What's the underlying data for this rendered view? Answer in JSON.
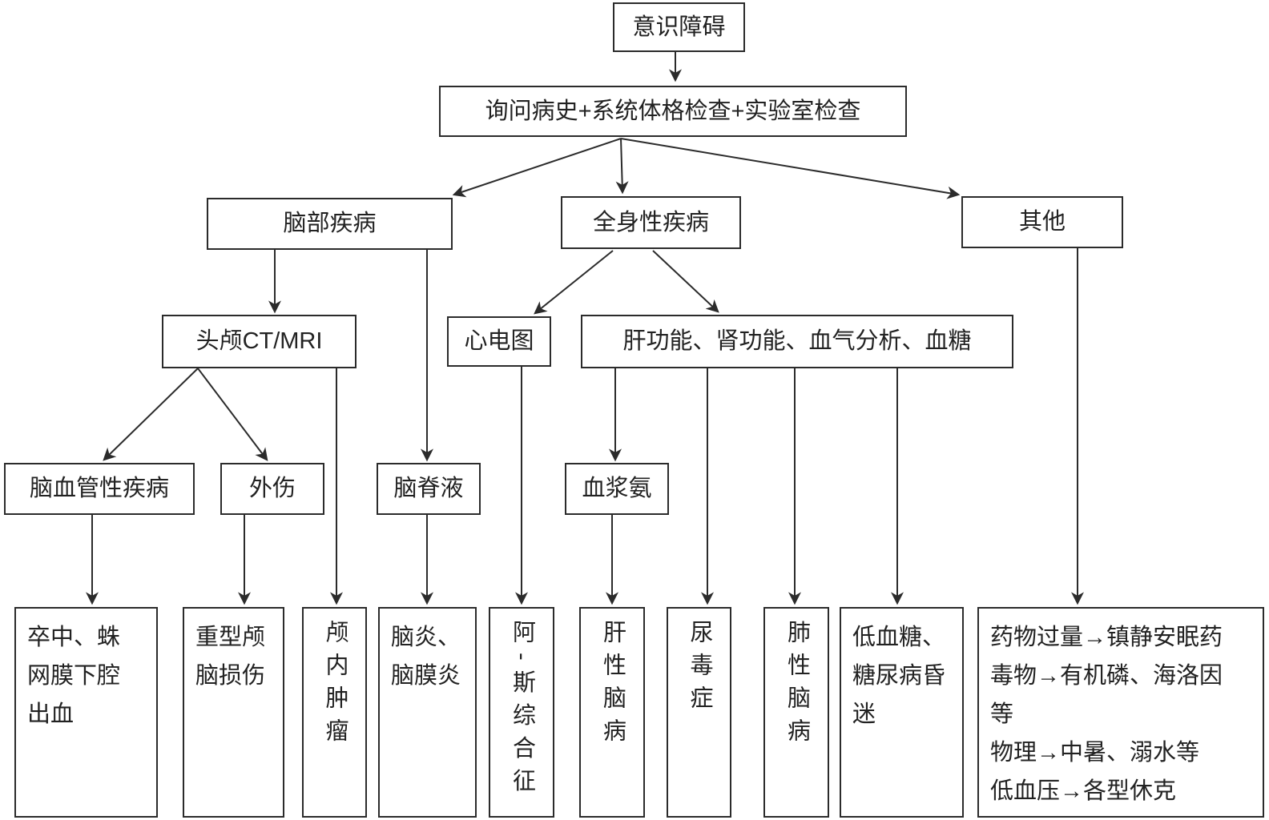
{
  "diagram": {
    "nodes": {
      "consciousness": {
        "label": "意识障碍"
      },
      "exam": {
        "label": "询问病史+系统体格检查+实验室检查"
      },
      "brain_disease": {
        "label": "脑部疾病"
      },
      "systemic_disease": {
        "label": "全身性疾病"
      },
      "other": {
        "label": "其他"
      },
      "head_ct_mri": {
        "label": "头颅CT/MRI"
      },
      "ecg": {
        "label": "心电图"
      },
      "lab_panel": {
        "label": "肝功能、肾功能、血气分析、血糖"
      },
      "cerebrovascular": {
        "label": "脑血管性疾病"
      },
      "trauma": {
        "label": "外伤"
      },
      "csf": {
        "label": "脑脊液"
      },
      "plasma_ammonia": {
        "label": "血浆氨"
      },
      "stroke_sah": {
        "lines": [
          "卒中、蛛",
          "网膜下腔",
          "出血"
        ]
      },
      "severe_head_injury": {
        "lines": [
          "重型颅",
          "脑损伤"
        ]
      },
      "intracranial_tumor": {
        "label": "颅内肿瘤"
      },
      "encephalitis_meningitis": {
        "lines": [
          "脑炎、",
          "脑膜炎"
        ]
      },
      "adams_stokes": {
        "label": "阿-斯综合征"
      },
      "hepatic_encephalopathy": {
        "label": "肝性脑病"
      },
      "uremia": {
        "label": "尿毒症"
      },
      "pulmonary_encephalopathy": {
        "label": "肺性脑病"
      },
      "hypoglycemia_diabetic_coma": {
        "lines": [
          "低血糖、",
          "糖尿病昏",
          "迷"
        ]
      },
      "other_causes": {
        "lines": [
          "药物过量→镇静安眠药",
          "毒物→有机磷、海洛因",
          "等",
          "物理→中暑、溺水等",
          "低血压→各型休克"
        ]
      }
    },
    "colors": {
      "line": "#2b2b2b",
      "text": "#222222",
      "background": "#ffffff"
    }
  }
}
